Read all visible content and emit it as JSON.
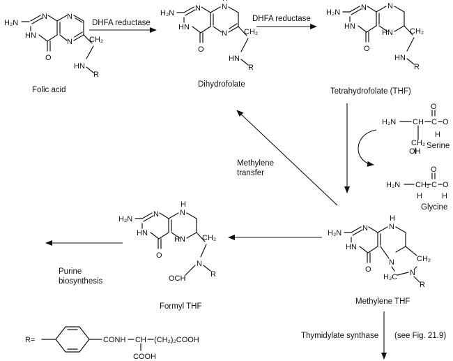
{
  "labels": {
    "folic_acid": "Folic acid",
    "dihydrofolate": "Dihydrofolate",
    "thf": "Tetrahydrofolate (THF)",
    "methylene_thf": "Methylene THF",
    "formyl_thf": "Formyl THF",
    "serine": "Serine",
    "glycine": "Glycine"
  },
  "arrows": {
    "dhfa_reductase_1": "DHFA reductase",
    "dhfa_reductase_2": "DHFA reductase",
    "methylene_transfer_line1": "Methylene",
    "methylene_transfer_line2": "transfer",
    "purine_line1": "Purine",
    "purine_line2": "biosynthesis",
    "thymidylate_synthase": "Thymidylate  synthase",
    "see_fig": "(see Fig. 21.9)"
  },
  "atoms": {
    "h2n": "H₂N",
    "hn": "HN",
    "n": "N",
    "h": "H",
    "o": "O",
    "r": "R",
    "c": "C",
    "ch2": "CH₂",
    "h2c": "H₂C",
    "och": "OCH",
    "oh": "OH"
  },
  "r_group": {
    "prefix": "R=",
    "cono": "CONH",
    "chain": "CH",
    "ch2_2": "(CH₂)₂COOH",
    "cooh": "COOH"
  }
}
